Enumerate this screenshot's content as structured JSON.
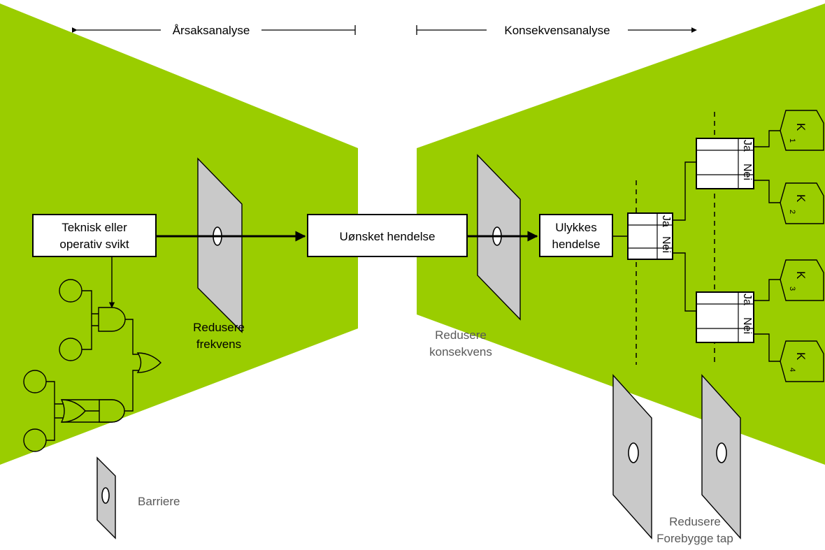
{
  "header": {
    "cause_label": "Årsaksanalyse",
    "consequence_label": "Konsekvensanalyse"
  },
  "nodes": {
    "technical_failure": [
      "Teknisk eller",
      "operativ svikt"
    ],
    "unwanted_event": "Uønsket  hendelse",
    "accident_event": [
      "Ulykkes",
      "hendelse"
    ]
  },
  "decisions": {
    "yes": "Ja",
    "no": "Nei"
  },
  "consequences": [
    {
      "letter": "K",
      "index": "1"
    },
    {
      "letter": "K",
      "index": "2"
    },
    {
      "letter": "K",
      "index": "3"
    },
    {
      "letter": "K",
      "index": "4"
    }
  ],
  "labels": {
    "reduce_frequency": [
      "Redusere",
      "frekvens"
    ],
    "reduce_consequence": [
      "Redusere",
      "konsekvens"
    ],
    "barrier_legend": "Barriere",
    "prevent_loss": [
      "Redusere",
      "Forebygge  tap"
    ]
  },
  "colors": {
    "green": "#9acd00",
    "plate": "#c9c9c9"
  }
}
